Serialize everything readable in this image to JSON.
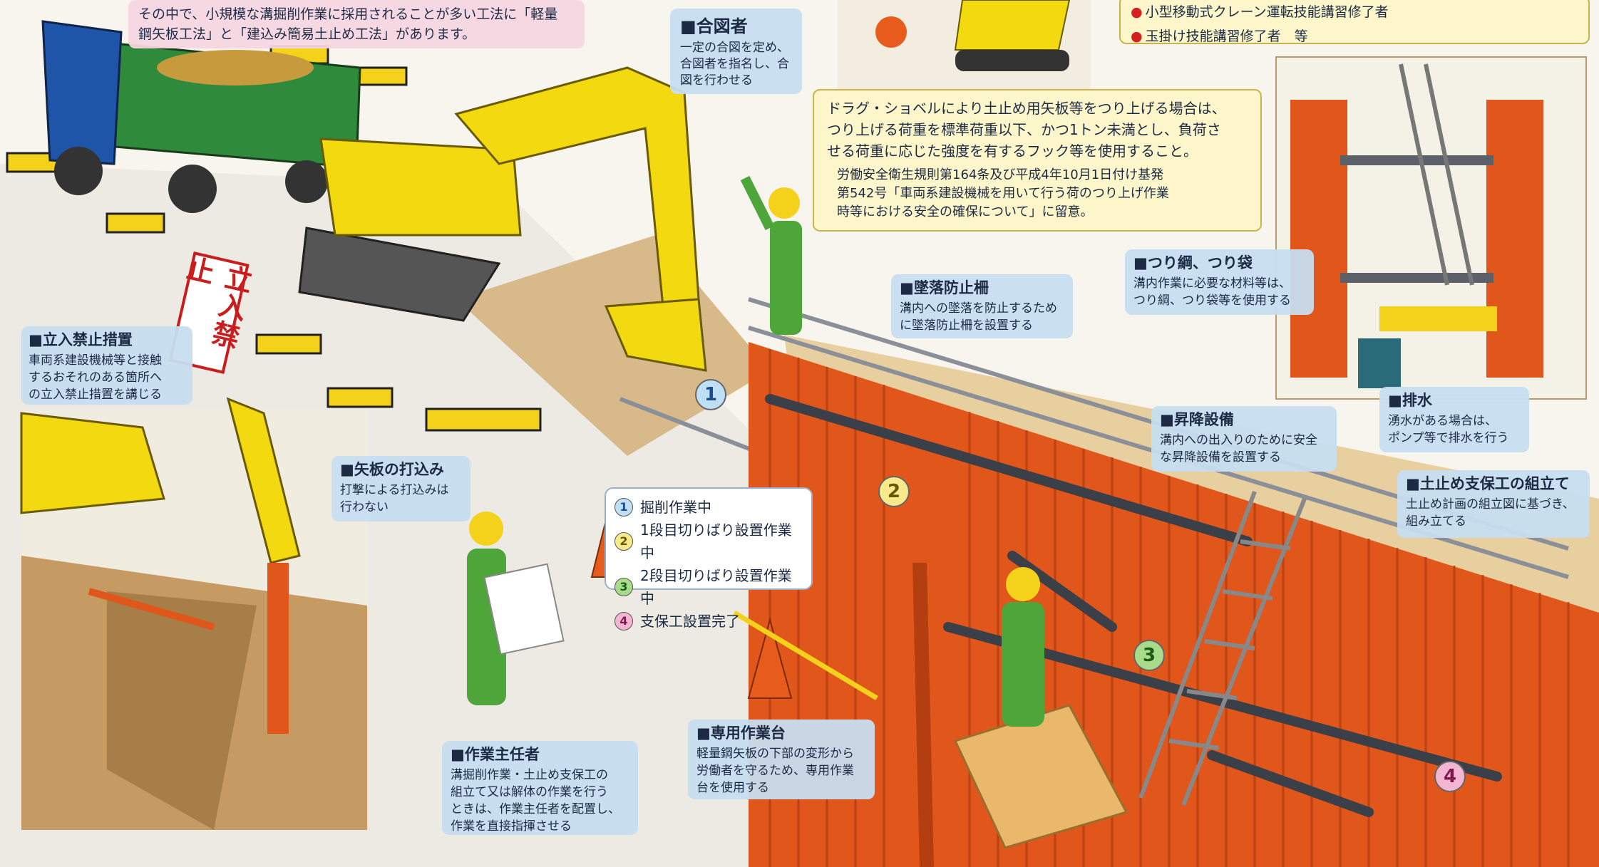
{
  "intro": {
    "line1": "その中で、小規模な溝掘削作業に採用されることが多い工法に「軽量",
    "line2": "鋼矢板工法」と「建込み簡易土止め工法」があります。"
  },
  "signals": {
    "title": "合図者",
    "body": [
      "一定の合図を定め、",
      "合図者を指名し、合",
      "図を行わせる"
    ]
  },
  "qualifications": [
    "小型移動式クレーン運転技能講習修了者",
    "玉掛け技能講習修了者　等"
  ],
  "crane_note": {
    "body": [
      "ドラグ・ショベルにより土止め用矢板等をつり上げる場合は、",
      "つり上げる荷重を標準荷重以下、かつ1トン未満とし、負荷さ",
      "せる荷重に応じた強度を有するフック等を使用すること。"
    ],
    "ref": [
      "労働安全衛生規則第164条及び平成4年10月1日付け基発",
      "第542号「車両系建設機械を用いて行う荷のつり上げ作業",
      "時等における安全の確保について」に留意。"
    ]
  },
  "no_entry_sign": "立入禁止",
  "no_entry": {
    "title": "立入禁止措置",
    "body": [
      "車両系建設機械等と接触",
      "するおそれのある箇所へ",
      "の立入禁止措置を講じる"
    ]
  },
  "fall_prevention": {
    "title": "墜落防止柵",
    "body": [
      "溝内への墜落を防止するため",
      "に墜落防止柵を設置する"
    ]
  },
  "rope_bag": {
    "title": "つり綱、つり袋",
    "body": [
      "溝内作業に必要な材料等は、",
      "つり綱、つり袋等を使用する"
    ]
  },
  "drainage": {
    "title": "排水",
    "body": [
      "湧水がある場合は、",
      "ポンプ等で排水を行う"
    ]
  },
  "lifting": {
    "title": "昇降設備",
    "body": [
      "溝内への出入りのために安全",
      "な昇降設備を設置する"
    ]
  },
  "assembly": {
    "title": "土止め支保工の組立て",
    "body": [
      "土止め計画の組立図に基づき、",
      "組み立てる"
    ]
  },
  "sheet_pile": {
    "title": "矢板の打込み",
    "body": [
      "打撃による打込みは",
      "行わない"
    ]
  },
  "legend": [
    {
      "num": "1",
      "label": "掘削作業中"
    },
    {
      "num": "2",
      "label": "1段目切りばり設置作業中"
    },
    {
      "num": "3",
      "label": "2段目切りばり設置作業中"
    },
    {
      "num": "4",
      "label": "支保工設置完了"
    }
  ],
  "chief": {
    "title": "作業主任者",
    "body": [
      "溝掘削作業・土止め支保工の",
      "組立て又は解体の作業を行う",
      "ときは、作業主任者を配置し、",
      "作業を直接指揮させる"
    ]
  },
  "platform": {
    "title": "専用作業台",
    "body": [
      "軽量鋼矢板の下部の変形から",
      "労働者を守るため、専用作業",
      "台を使用する"
    ]
  },
  "colors": {
    "pile": "#e0561b",
    "machine": "#f3d90f",
    "box_blue": "#c7def0"
  }
}
